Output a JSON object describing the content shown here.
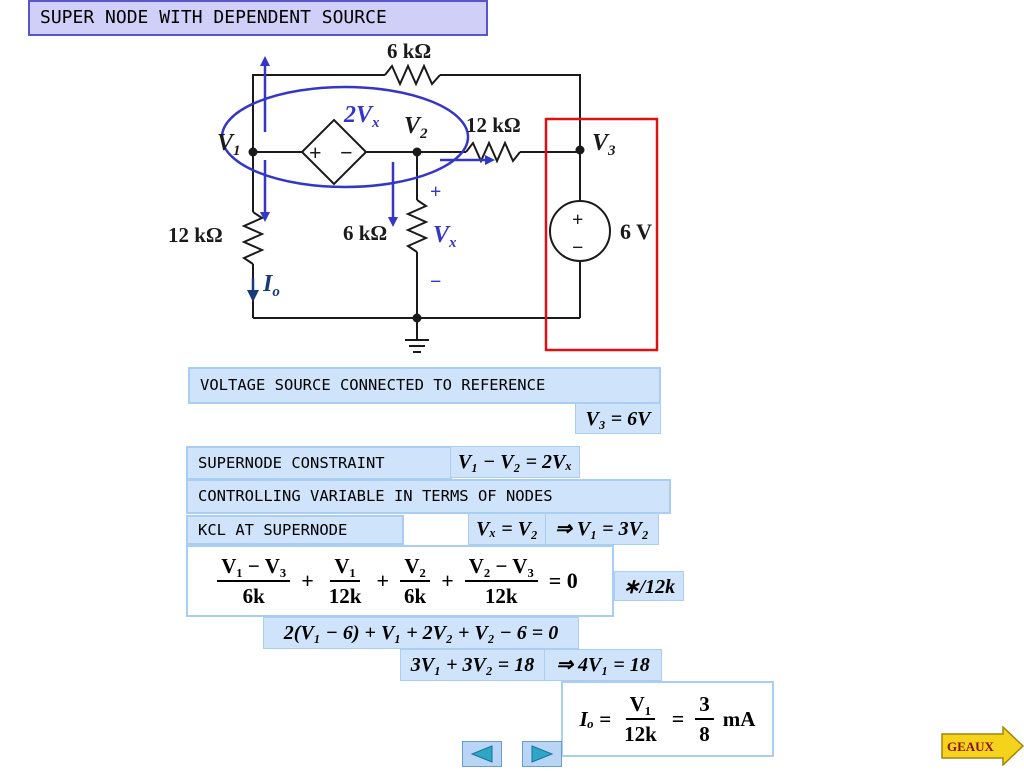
{
  "title": "SUPER NODE WITH DEPENDENT SOURCE",
  "diagram": {
    "labels": {
      "r_top": "6 kΩ",
      "dep_source": "2V",
      "dep_source_sub": "x",
      "v1": "V",
      "v1_sub": "1",
      "v2": "V",
      "v2_sub": "2",
      "r_mid": "12 kΩ",
      "v3": "V",
      "v3_sub": "3",
      "r_left": "12 kΩ",
      "r_center": "6 kΩ",
      "vx": "V",
      "vx_sub": "x",
      "plus": "+",
      "minus": "−",
      "io": "I",
      "io_sub": "o",
      "src6": "6 V",
      "dep_plus": "+",
      "dep_minus": "−",
      "src_plus": "+",
      "src_minus": "−"
    },
    "colors": {
      "wire": "#1a1a1a",
      "annotation": "#3535c8",
      "highlight": "#e01010"
    }
  },
  "notes": {
    "voltage_source": "VOLTAGE SOURCE CONNECTED TO REFERENCE",
    "supernode_constraint": "SUPERNODE CONSTRAINT",
    "controlling_variable": "CONTROLLING VARIABLE IN TERMS OF NODES",
    "kcl": "KCL AT SUPERNODE"
  },
  "equations": {
    "v3": "V₃ = 6V",
    "constraint": "V₁ − V₂ = 2Vₓ",
    "vx": "Vₓ = V₂",
    "implies_v1": "⇒ V₁ = 3V₂",
    "multiply": "∗/12k",
    "expanded": "2(V₁ − 6) + V₁ + 2V₂ + V₂ − 6 = 0",
    "sum": "3V₁ + 3V₂ = 18",
    "implies_4v1": "⇒ 4V₁ = 18",
    "kcl": {
      "t1_num": "V₁ − V₃",
      "t1_den": "6k",
      "plus1": "+",
      "t2_num": "V₁",
      "t2_den": "12k",
      "plus2": "+",
      "t3_num": "V₂",
      "t3_den": "6k",
      "plus3": "+",
      "t4_num": "V₂ − V₃",
      "t4_den": "12k",
      "rhs": "= 0"
    },
    "io": {
      "lhs": "Iₒ =",
      "num": "V₁",
      "den": "12k",
      "eq": "=",
      "num2": "3",
      "den2": "8",
      "unit": "mA"
    }
  },
  "nav": {
    "prev_icon": "triangle-left-icon",
    "next_icon": "triangle-right-icon",
    "geaux_label": "GEAUX",
    "geaux_color": "#f5d21c"
  }
}
